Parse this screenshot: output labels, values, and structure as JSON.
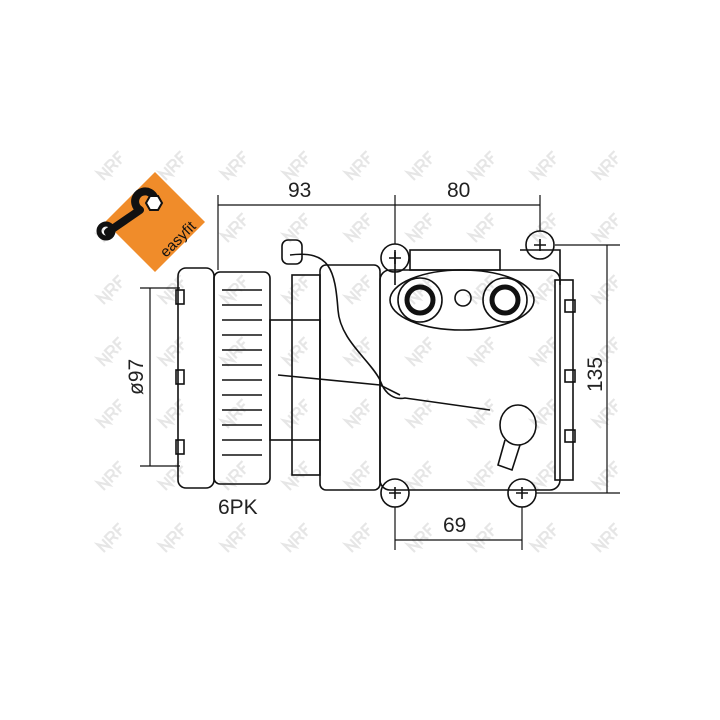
{
  "watermark": "NRF",
  "logo": {
    "text": "easyfit",
    "color": "#f08c2a"
  },
  "dimensions": {
    "top_left": "93",
    "top_right": "80",
    "right_height": "135",
    "pulley_diameter": "ø97",
    "bottom_mount": "69",
    "belt": "6PK"
  }
}
